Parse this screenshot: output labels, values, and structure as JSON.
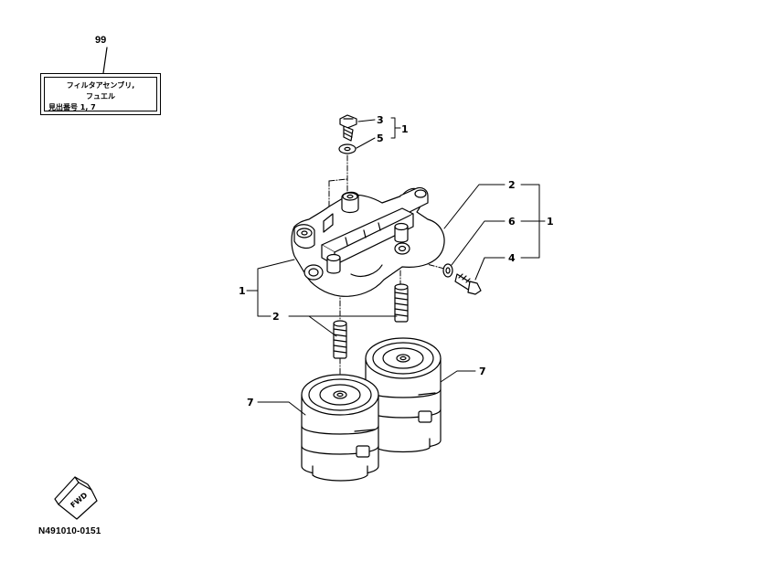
{
  "assembly_ref": {
    "number": "99",
    "lines": [
      "フィルタアセンブリ,",
      "フュエル",
      "見出番号 1, 7"
    ]
  },
  "callouts": {
    "c1_top": "1",
    "c1_right": "1",
    "c1_left": "1",
    "c2_right": "2",
    "c2_left": "2",
    "c3": "3",
    "c4": "4",
    "c5": "5",
    "c6": "6",
    "c7_left": "7",
    "c7_right": "7"
  },
  "fwd_badge": "FWD",
  "drawing_id": "N491010-0151"
}
